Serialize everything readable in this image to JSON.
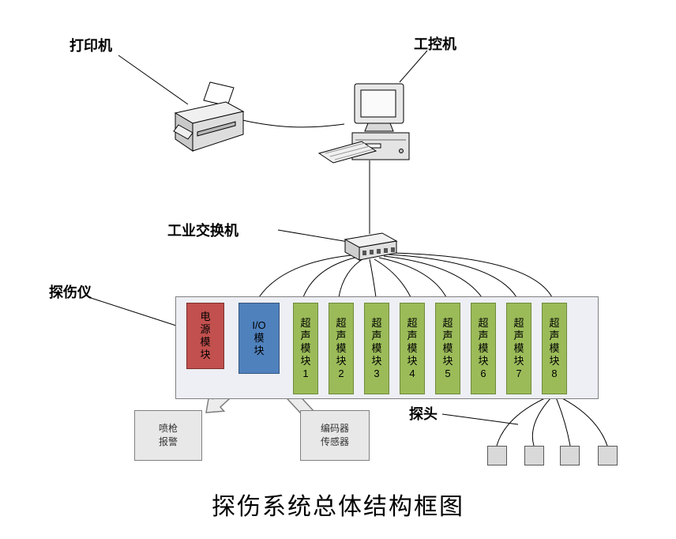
{
  "title": "探伤系统总体结构框图",
  "labels": {
    "printer": "打印机",
    "industrial_pc": "工控机",
    "industrial_switch": "工业交换机",
    "flaw_detector": "探伤仪",
    "probe": "探头"
  },
  "chassis": {
    "power_module": "电\n源\n模\n块",
    "io_module": "I/O\n模\n块",
    "ultrasonic_modules": [
      "超\n声\n模\n块\n1",
      "超\n声\n模\n块\n2",
      "超\n声\n模\n块\n3",
      "超\n声\n模\n块\n4",
      "超\n声\n模\n块\n5",
      "超\n声\n模\n块\n6",
      "超\n声\n模\n块\n7",
      "超\n声\n模\n块\n8"
    ]
  },
  "peripherals": {
    "spray_gun_alarm": "喷枪\n报警",
    "encoder_sensor": "编码器\n传感器"
  },
  "colors": {
    "power_module": "#C1504E",
    "io_module": "#4F81BD",
    "ultrasonic_module": "#9BBB59",
    "chassis_bg": "#EDEFF4",
    "gray_box": "#E8E8E8"
  }
}
